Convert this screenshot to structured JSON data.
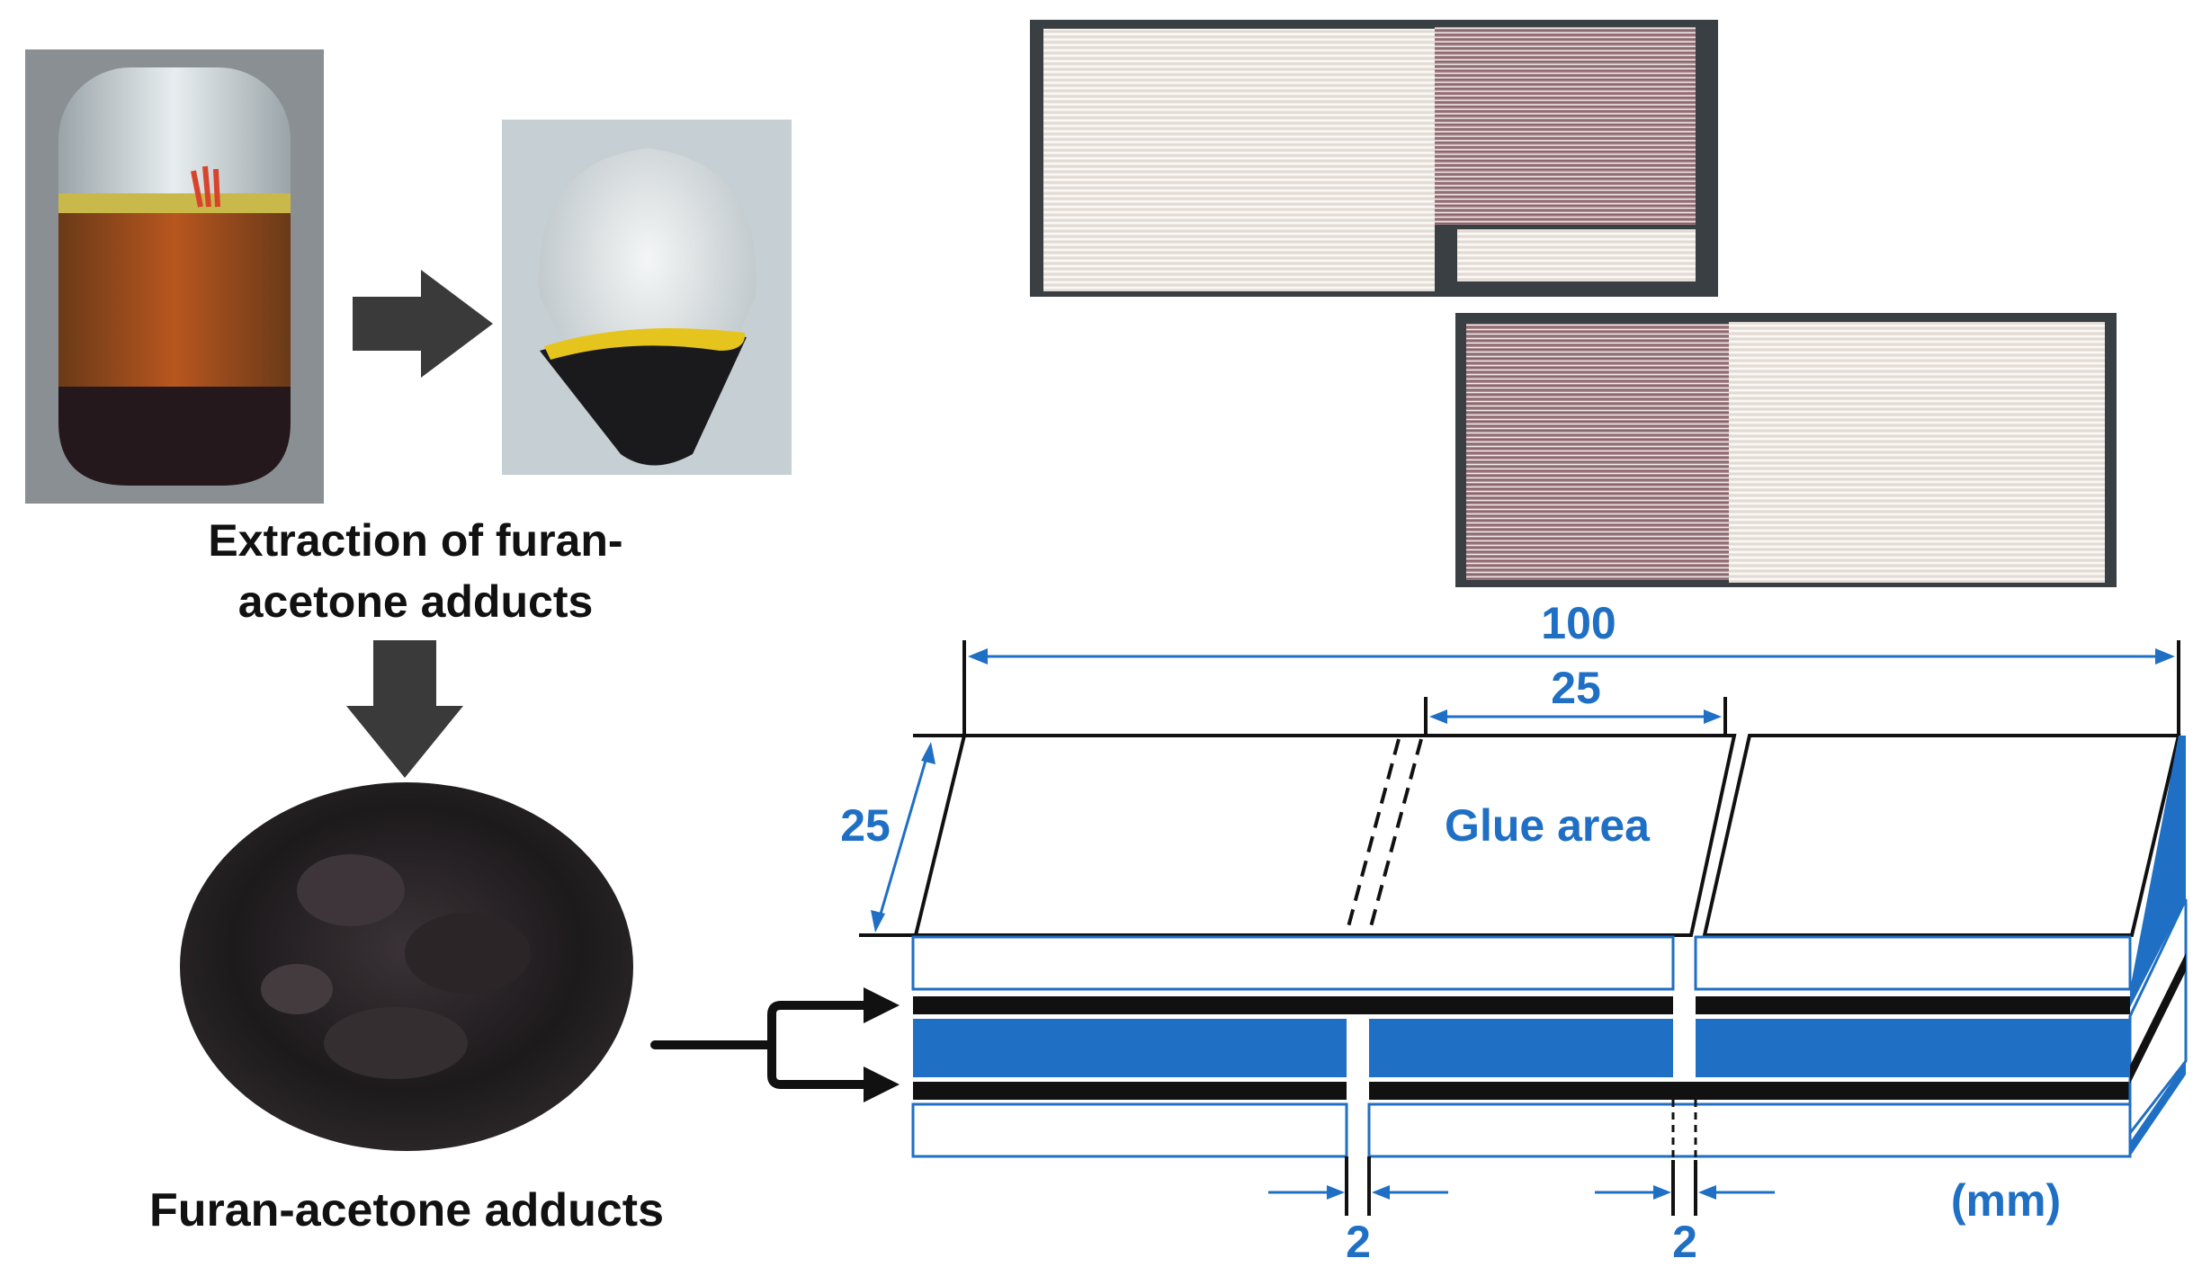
{
  "captions": {
    "extraction_line1": "Extraction of furan-",
    "extraction_line2": "acetone adducts",
    "adducts": "Furan-acetone adducts"
  },
  "diagram": {
    "overall_length": "100",
    "overlap_length": "25",
    "width": "25",
    "glue_area": "Glue area",
    "gap_left": "2",
    "gap_right": "2",
    "unit": "(mm)"
  },
  "colors": {
    "dimension_blue": "#1f6fc4",
    "adhesive_layer": "#111111",
    "substrate_blue": "#1f6fc4",
    "arrow_gray": "#3a3a3a"
  },
  "icons": {
    "process_arrow": "block-arrow",
    "bracket_arrow": "split-arrow"
  }
}
